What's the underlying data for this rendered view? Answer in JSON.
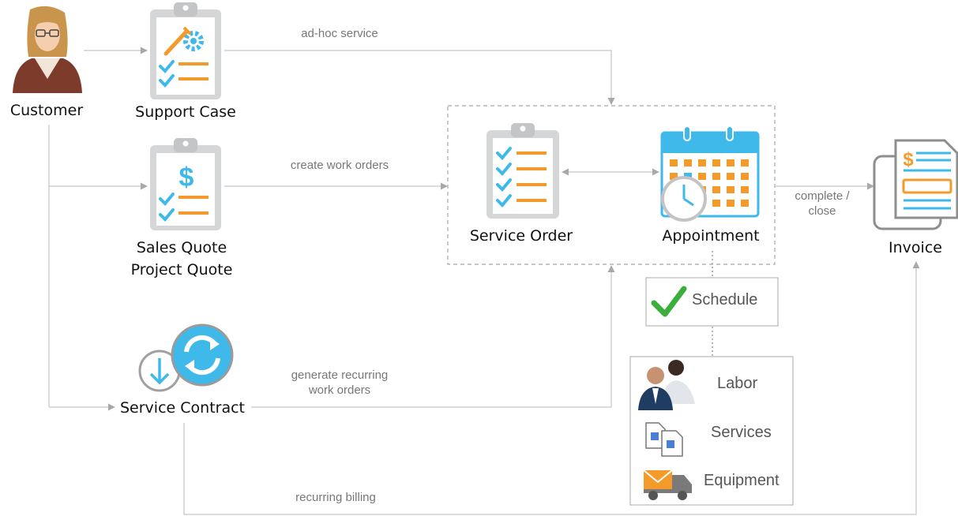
{
  "nodes": {
    "customer": "Customer",
    "support_case": "Support Case",
    "sales_quote": "Sales Quote",
    "project_quote": "Project Quote",
    "service_contract": "Service Contract",
    "service_order": "Service Order",
    "appointment": "Appointment",
    "invoice": "Invoice",
    "schedule": "Schedule"
  },
  "resources": {
    "labor": "Labor",
    "services": "Services",
    "equipment": "Equipment"
  },
  "edges": {
    "ad_hoc": "ad-hoc service",
    "create_work_orders": "create work orders",
    "generate_recurring_1": "generate recurring",
    "generate_recurring_2": "work orders",
    "complete_1": "complete /",
    "complete_2": "close",
    "recurring_billing": "recurring billing"
  },
  "icons": {
    "customer": "customer-avatar-icon",
    "support_case": "clipboard-wrench-gear-icon",
    "sales_quote": "clipboard-dollar-icon",
    "service_contract": "refresh-download-icon",
    "service_order": "clipboard-checklist-icon",
    "appointment": "calendar-clock-icon",
    "invoice": "invoice-dollar-icon",
    "schedule": "checkmark-icon",
    "labor": "people-icon",
    "services": "documents-icon",
    "equipment": "delivery-truck-icon"
  },
  "colors": {
    "accent_blue": "#3fb8ea",
    "accent_orange": "#f39a2b",
    "connector": "#c8c8c8",
    "check_green": "#3cae3c"
  }
}
